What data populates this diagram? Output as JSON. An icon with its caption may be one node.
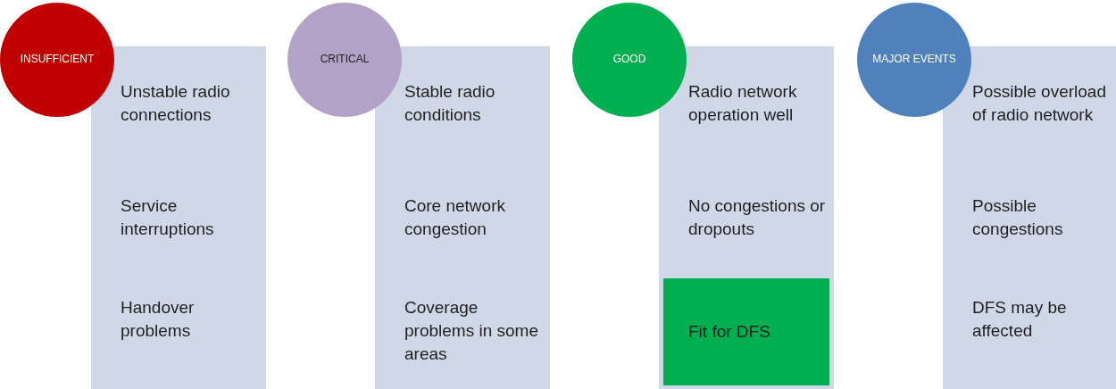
{
  "diagram": {
    "nodes": [
      {
        "text": [
          "INSUFFICIENT"
        ]
      },
      {
        "text": [
          "Unstable radio connections",
          "Service interruptions",
          "Handover problems"
        ]
      },
      {
        "text": [
          "CRITICAL"
        ]
      },
      {
        "text": [
          "Stable radio conditions",
          "Core network congestion",
          "Coverage problems in some areas"
        ]
      },
      {
        "text": [
          "GOOD"
        ]
      },
      {
        "text": [
          "Radio network operation well",
          "No congestions or dropouts"
        ]
      },
      {
        "text": [
          "Fit for DFS"
        ],
        "in": 5
      },
      {
        "text": [
          "MAJOR EVENTS"
        ]
      },
      {
        "text": [
          "Possible overload of radio network",
          "Possible congestions",
          "DFS may be affected"
        ]
      }
    ],
    "edges": []
  }
}
